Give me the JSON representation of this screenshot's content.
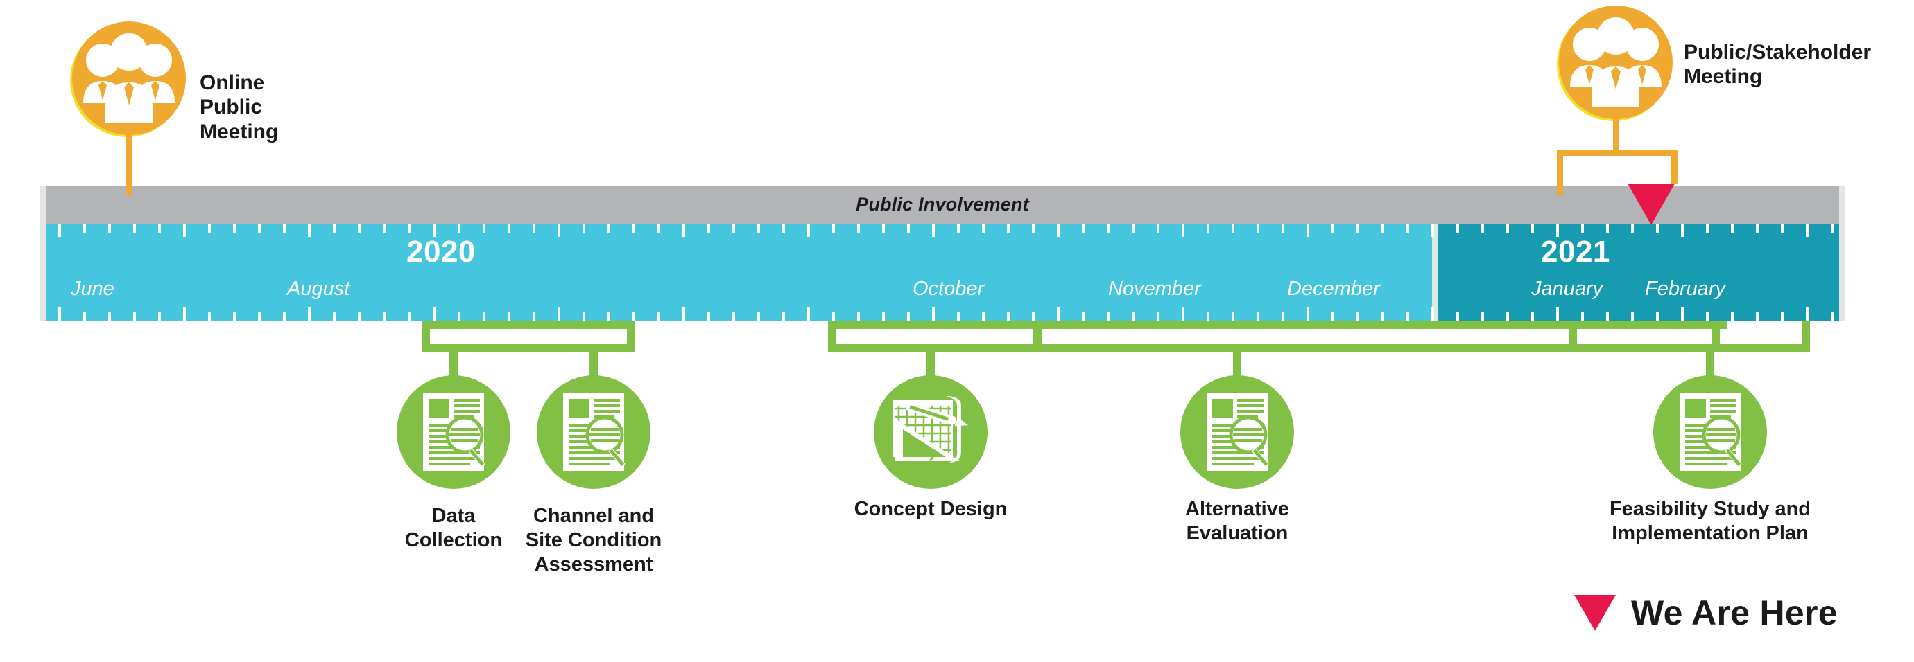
{
  "timeline": {
    "public_involvement_label": "Public Involvement",
    "years": [
      {
        "label": "2020",
        "months": [
          "June",
          "August",
          "October",
          "November",
          "December"
        ]
      },
      {
        "label": "2021",
        "months": [
          "January",
          "February"
        ]
      }
    ],
    "month_labels": {
      "june": "June",
      "august": "August",
      "october": "October",
      "november": "November",
      "december": "December",
      "january": "January",
      "february": "February"
    },
    "colors": {
      "year_2020": "#45c5de",
      "year_2021": "#169bb0",
      "public_involvement_band": "#b2b4b7",
      "milestone_green": "#82bf45",
      "meeting_orange": "#efa930",
      "we_are_here_red": "#e8174a"
    }
  },
  "meetings": [
    {
      "label": "Online Public\nMeeting",
      "icon": "people-group-icon"
    },
    {
      "label": "Public/Stakeholder\nMeeting",
      "icon": "people-group-icon"
    }
  ],
  "milestones": [
    {
      "label": "Data\nCollection",
      "icon": "document-magnifier-icon"
    },
    {
      "label": "Channel and\nSite Condition\nAssessment",
      "icon": "document-magnifier-icon"
    },
    {
      "label": "Concept Design",
      "icon": "blueprint-ruler-icon"
    },
    {
      "label": "Alternative\nEvaluation",
      "icon": "document-magnifier-icon"
    },
    {
      "label": "Feasibility Study and\nImplementation Plan",
      "icon": "document-magnifier-icon"
    }
  ],
  "legend": {
    "we_are_here": "We Are Here",
    "marker_icon": "down-triangle-icon"
  }
}
